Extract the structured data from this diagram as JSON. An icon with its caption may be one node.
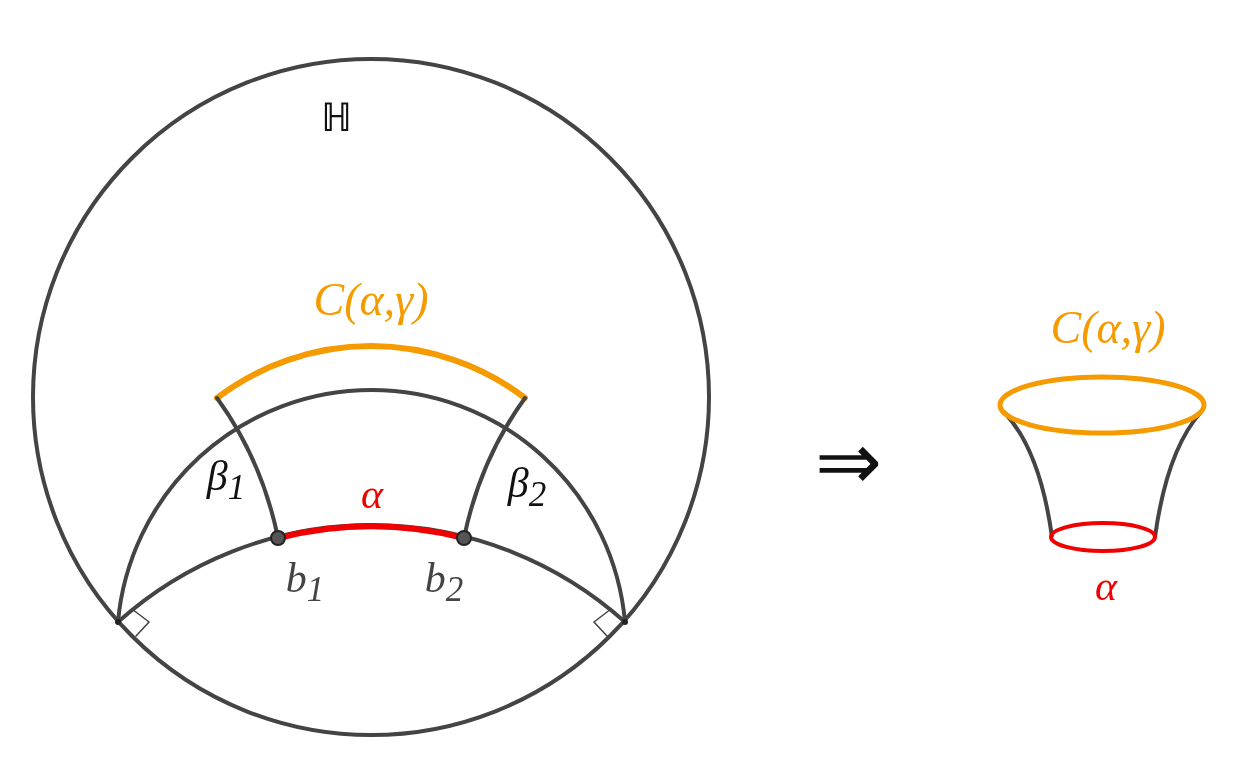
{
  "diagram": {
    "labels": [
      "ℍ",
      "C(α,γ)",
      "β$_{1}$",
      "α",
      "β$_{2}$",
      "b$_{1}$",
      "b$_{2}$",
      "⇒",
      "C(α,γ)",
      "α"
    ]
  }
}
